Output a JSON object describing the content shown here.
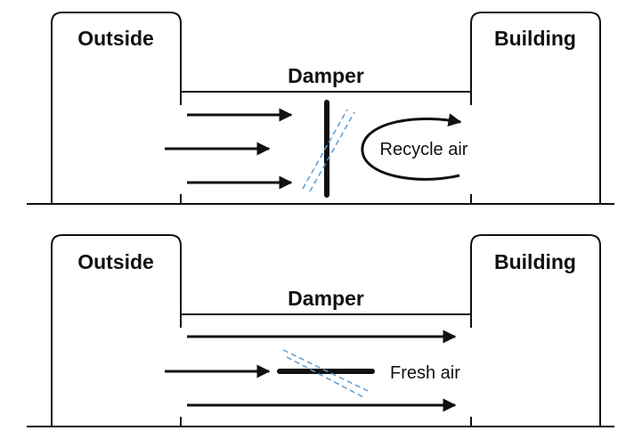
{
  "colors": {
    "ink": "#111111",
    "dashed": "#5b9bd5",
    "background": "#ffffff"
  },
  "panels": [
    {
      "state": "closed",
      "outside_label": "Outside",
      "building_label": "Building",
      "damper_label": "Damper",
      "flow_label": "Recycle air"
    },
    {
      "state": "open",
      "outside_label": "Outside",
      "building_label": "Building",
      "damper_label": "Damper",
      "flow_label": "Fresh air"
    }
  ]
}
